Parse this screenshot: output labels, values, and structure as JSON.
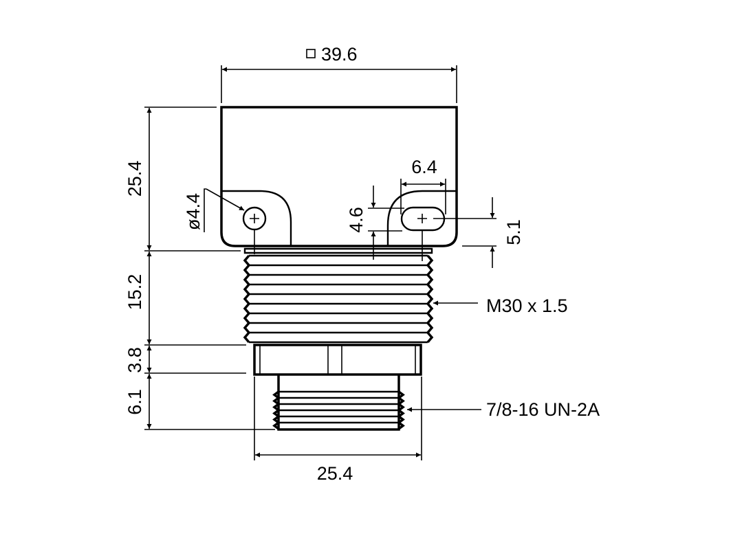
{
  "drawing": {
    "dimensions": {
      "top_width": "39.6",
      "top_width_symbol": "□",
      "housing_height": "25.4",
      "thread_length": "15.2",
      "collar_height": "3.8",
      "connector_length": "6.1",
      "bottom_width": "25.4",
      "hole_diameter": "ø4.4",
      "slot_length": "6.4",
      "slot_offset": "4.6",
      "slot_height": "5.1"
    },
    "callouts": {
      "main_thread": "M30 x 1.5",
      "connector_thread": "7/8-16 UN-2A"
    },
    "colors": {
      "line": "#000000",
      "background": "#ffffff"
    }
  }
}
